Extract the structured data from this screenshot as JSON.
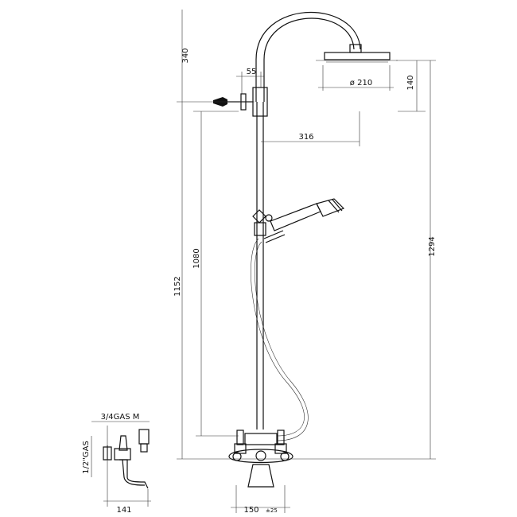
{
  "dimensions": {
    "head_drop": "340",
    "arm_offset": "55",
    "head_diameter": "ø 210",
    "head_height": "140",
    "arm_reach": "316",
    "total_height": "1294",
    "wall_to_arm": "1152",
    "slider_height": "1080",
    "inlet_thread": "3/4GAS M",
    "outlet_thread": "1/2\"GAS",
    "spout_depth": "141",
    "centers": "150",
    "centers_tolerance": "±25"
  }
}
